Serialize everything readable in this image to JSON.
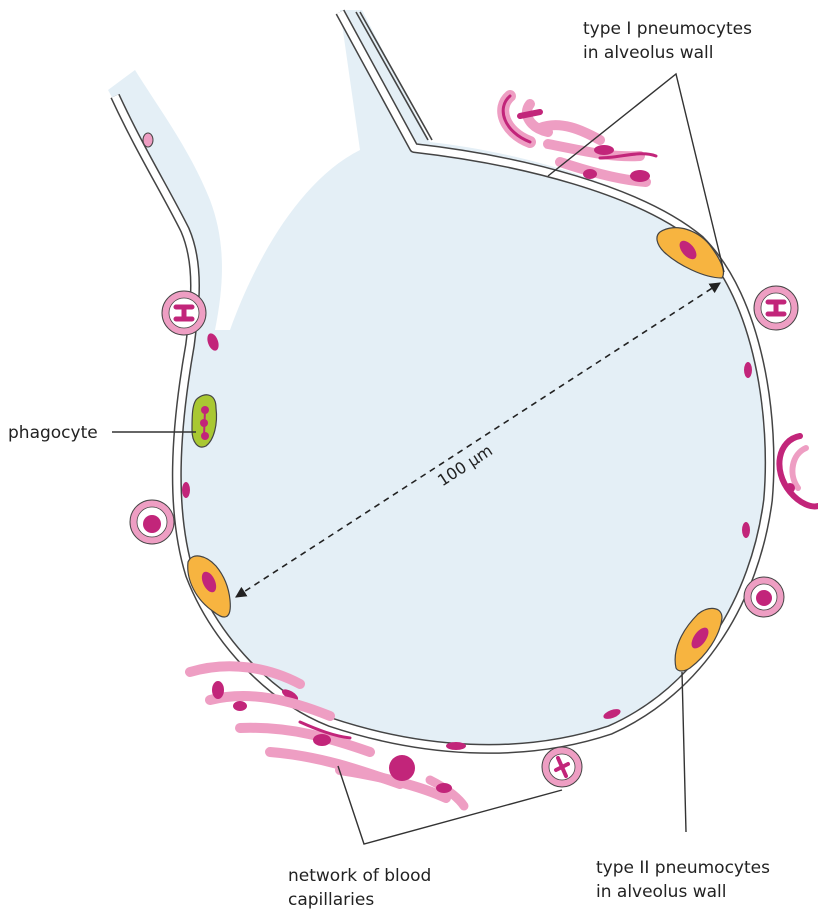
{
  "labels": {
    "type1_line1": "type I pneumocytes",
    "type1_line2": "in alveolus wall",
    "type2_line1": "type II pneumocytes",
    "type2_line2": "in alveolus wall",
    "network_line1": "network of blood",
    "network_line2": "capillaries",
    "phagocyte": "phagocyte",
    "measurement": "100 μm"
  },
  "colors": {
    "lumen": "#e4eff6",
    "wall_fill": "#ffffff",
    "wall_stroke": "#444444",
    "capillary_outer": "#ee9ec3",
    "capillary_inner": "#ffffff",
    "nucleus": "#c2257a",
    "type2_cell": "#f7b440",
    "phagocyte_cell": "#a9c832",
    "label_text": "#222222"
  }
}
